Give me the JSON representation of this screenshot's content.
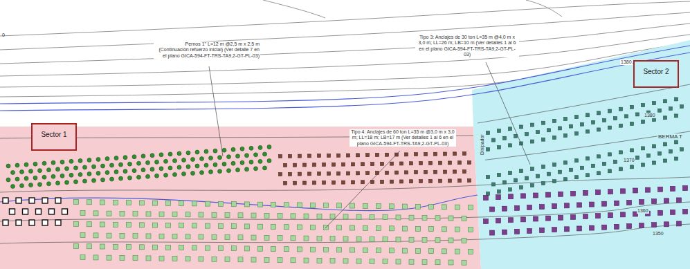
{
  "diagram": {
    "nodes": [
      {
        "text": [
          "Sector 1"
        ]
      },
      {
        "text": [
          "Sector 2"
        ]
      }
    ],
    "labels": [
      "0",
      "Pernos 1\" L=12 m @2,5 m x 2,5 m (Continuación refuerzo inicial) (Ver detalle 7 en el plano GICA-594-FT-TRS-TA9,2-GT-PL-03)",
      "Tipo 3: Anclajes de 30 ton L=35 m @4,0 m x 3,0 m; LL=26 m; LB=10 m (Ver detalles 1 al 6 en el plano GICA-594-FT-TRS-TA9,2-GT-PL-03)",
      "Tipo 4: Anclajes de 60 ton L=35 m @3,0 m x 3,0 m; LL=18 m; LB=17 m (Ver detalles 1 al 6 en el plano GICA-594-FT-TRS-TA9,2-GT-PL-03)",
      "1380",
      "Disipador",
      "BERMA T",
      "1380",
      "1370",
      "1360",
      "1350"
    ]
  }
}
